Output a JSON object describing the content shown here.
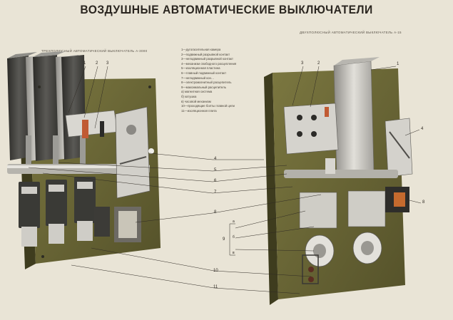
{
  "poster": {
    "title": "ВОЗДУШНЫЕ АВТОМАТИЧЕСКИЕ ВЫКЛЮЧАТЕЛИ",
    "left_subtitle": "ТРЕХПОЛЮСНЫЙ АВТОМАТИЧЕСКИЙ ВЫКЛЮЧАТЕЛЬ А-3000",
    "right_subtitle": "ДВУХПОЛЮСНЫЙ АВТОМАТИЧЕСКИЙ ВЫКЛЮЧАТЕЛЬ А-15"
  },
  "legend": [
    "1—дугогасительная камера",
    "2—подвижный разрывной контакт",
    "3—неподвижный разрывной контакт",
    "4—механизм свободного расцепления",
    "5—изоляционная пластина",
    "6—главный подвижный контакт",
    "7—неподвижный кон…",
    "8—электромагнитный расцепитель",
    "9—максимальный расцепитель",
    "а) магнитная система",
    "б) катушка",
    "в) часовой механизм",
    "10—проходящие болты главной цепи",
    "11—изоляционная плита"
  ],
  "callouts": {
    "left_top": [
      "1",
      "2",
      "3"
    ],
    "right_top": [
      "3",
      "2",
      "1"
    ],
    "center": [
      "4",
      "5",
      "6",
      "7",
      "8",
      "9",
      "10",
      "11"
    ],
    "right_side": [
      "4",
      "8"
    ],
    "nine_sub": [
      "а",
      "б",
      "в"
    ]
  },
  "colors": {
    "paper": "#e9e4d6",
    "olive_board": "#6e6a36",
    "metal": "#c9c7c2",
    "copper": "#b5502e",
    "ink": "#2b2620"
  }
}
